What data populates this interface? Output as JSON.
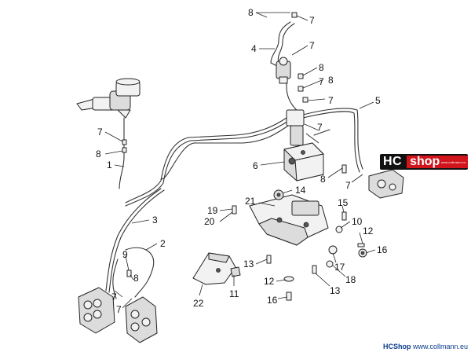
{
  "logo": {
    "left_text": "HC",
    "right_text": "shop",
    "sub_text": "www.collmann.eu"
  },
  "footer": {
    "brand": "HCShop",
    "url": "www.collmann.eu"
  },
  "callouts": [
    {
      "id": "c8a",
      "text": "8"
    },
    {
      "id": "c7a",
      "text": "7"
    },
    {
      "id": "c4",
      "text": "4"
    },
    {
      "id": "c7b",
      "text": "7"
    },
    {
      "id": "c8b",
      "text": "8"
    },
    {
      "id": "c7c",
      "text": "7"
    },
    {
      "id": "c8c",
      "text": "8"
    },
    {
      "id": "c7d",
      "text": "7"
    },
    {
      "id": "c5",
      "text": "5"
    },
    {
      "id": "c7e",
      "text": "7"
    },
    {
      "id": "c7f",
      "text": "7"
    },
    {
      "id": "c8d",
      "text": "8"
    },
    {
      "id": "c1",
      "text": "1"
    },
    {
      "id": "c6",
      "text": "6"
    },
    {
      "id": "c8e",
      "text": "8"
    },
    {
      "id": "c7g",
      "text": "7"
    },
    {
      "id": "c14",
      "text": "14"
    },
    {
      "id": "c3",
      "text": "3"
    },
    {
      "id": "c21",
      "text": "21"
    },
    {
      "id": "c19",
      "text": "19"
    },
    {
      "id": "c20",
      "text": "20"
    },
    {
      "id": "c15",
      "text": "15"
    },
    {
      "id": "c10",
      "text": "10"
    },
    {
      "id": "c2",
      "text": "2"
    },
    {
      "id": "c12a",
      "text": "12"
    },
    {
      "id": "c16a",
      "text": "16"
    },
    {
      "id": "c9",
      "text": "9"
    },
    {
      "id": "c13a",
      "text": "13"
    },
    {
      "id": "c17",
      "text": "17"
    },
    {
      "id": "c8f",
      "text": "8"
    },
    {
      "id": "c12b",
      "text": "12"
    },
    {
      "id": "c18",
      "text": "18"
    },
    {
      "id": "c7h",
      "text": "7"
    },
    {
      "id": "c7i",
      "text": "7"
    },
    {
      "id": "c11",
      "text": "11"
    },
    {
      "id": "c13b",
      "text": "13"
    },
    {
      "id": "c16b",
      "text": "16"
    },
    {
      "id": "c22",
      "text": "22"
    }
  ],
  "icons": {
    "caliper": "brake-caliper-icon",
    "master_cylinder": "master-cylinder-icon",
    "abs_unit": "abs-modulator-icon",
    "bracket": "mounting-bracket-icon"
  }
}
